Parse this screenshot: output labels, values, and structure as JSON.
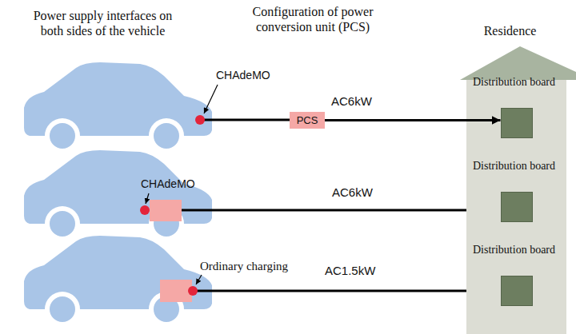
{
  "diagram": {
    "nodes": [
      {
        "text": [
          "PCS"
        ]
      },
      {
        "text": [
          "Residence"
        ]
      },
      {
        "text": [
          "Distribution board"
        ],
        "in": 1
      },
      {
        "text": [
          "Distribution board"
        ],
        "in": 1
      },
      {
        "text": [
          "Distribution board"
        ],
        "in": 1
      }
    ],
    "edges": [
      {
        "from": 0,
        "to": 2,
        "arrow": "to",
        "label": "AC6kW"
      }
    ],
    "labels": [
      "Power supply interfaces on both sides of the vehicle",
      "Configuration of power conversion unit (PCS)",
      "CHAdeMO",
      "CHAdeMO",
      "AC6kW",
      "Ordinary charging",
      "AC1.5kW"
    ]
  }
}
